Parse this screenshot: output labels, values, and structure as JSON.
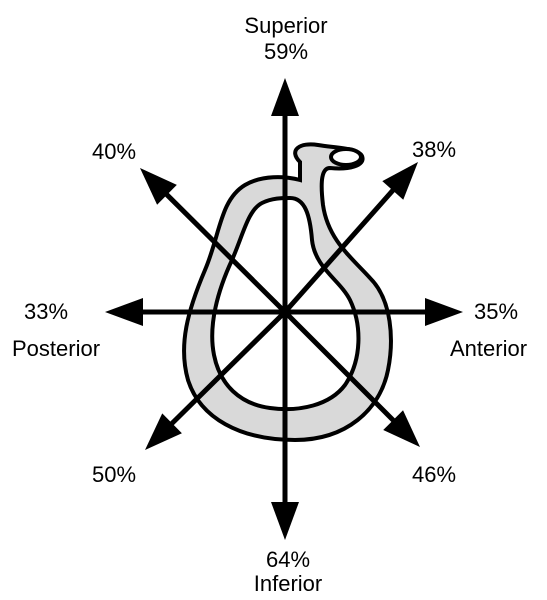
{
  "directions": {
    "superior": {
      "name": "Superior",
      "value": "59%"
    },
    "anterior_superior": {
      "value": "38%"
    },
    "anterior": {
      "name": "Anterior",
      "value": "35%"
    },
    "anterior_inferior": {
      "value": "46%"
    },
    "inferior": {
      "name": "Inferior",
      "value": "64%"
    },
    "posterior_inferior": {
      "value": "50%"
    },
    "posterior": {
      "name": "Posterior",
      "value": "33%"
    },
    "posterior_superior": {
      "value": "40%"
    }
  },
  "colors": {
    "ink": "#000000",
    "fill": "#d9d9d9",
    "inner": "#ffffff"
  }
}
